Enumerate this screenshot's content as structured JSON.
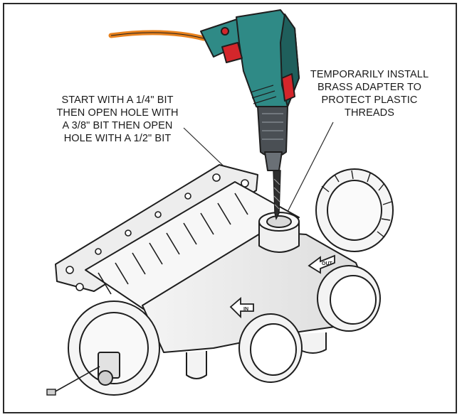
{
  "callouts": {
    "drill_bits": "START WITH A 1/4\" BIT\nTHEN OPEN HOLE WITH\nA 3/8\" BIT THEN OPEN\nHOLE WITH A 1/2\" BIT",
    "brass_adapter": "TEMPORARILY INSTALL\nBRASS ADAPTER TO\nPROTECT PLASTIC\nTHREADS"
  },
  "arrow_labels": {
    "in_port": "IN",
    "out_port": "OUT"
  },
  "colors": {
    "drill_body": "#2f8a86",
    "drill_dark": "#1f5f5c",
    "drill_trigger": "#d4262b",
    "cord": "#e8821e",
    "chuck": "#4a4f54",
    "line": "#1e1e1e"
  }
}
